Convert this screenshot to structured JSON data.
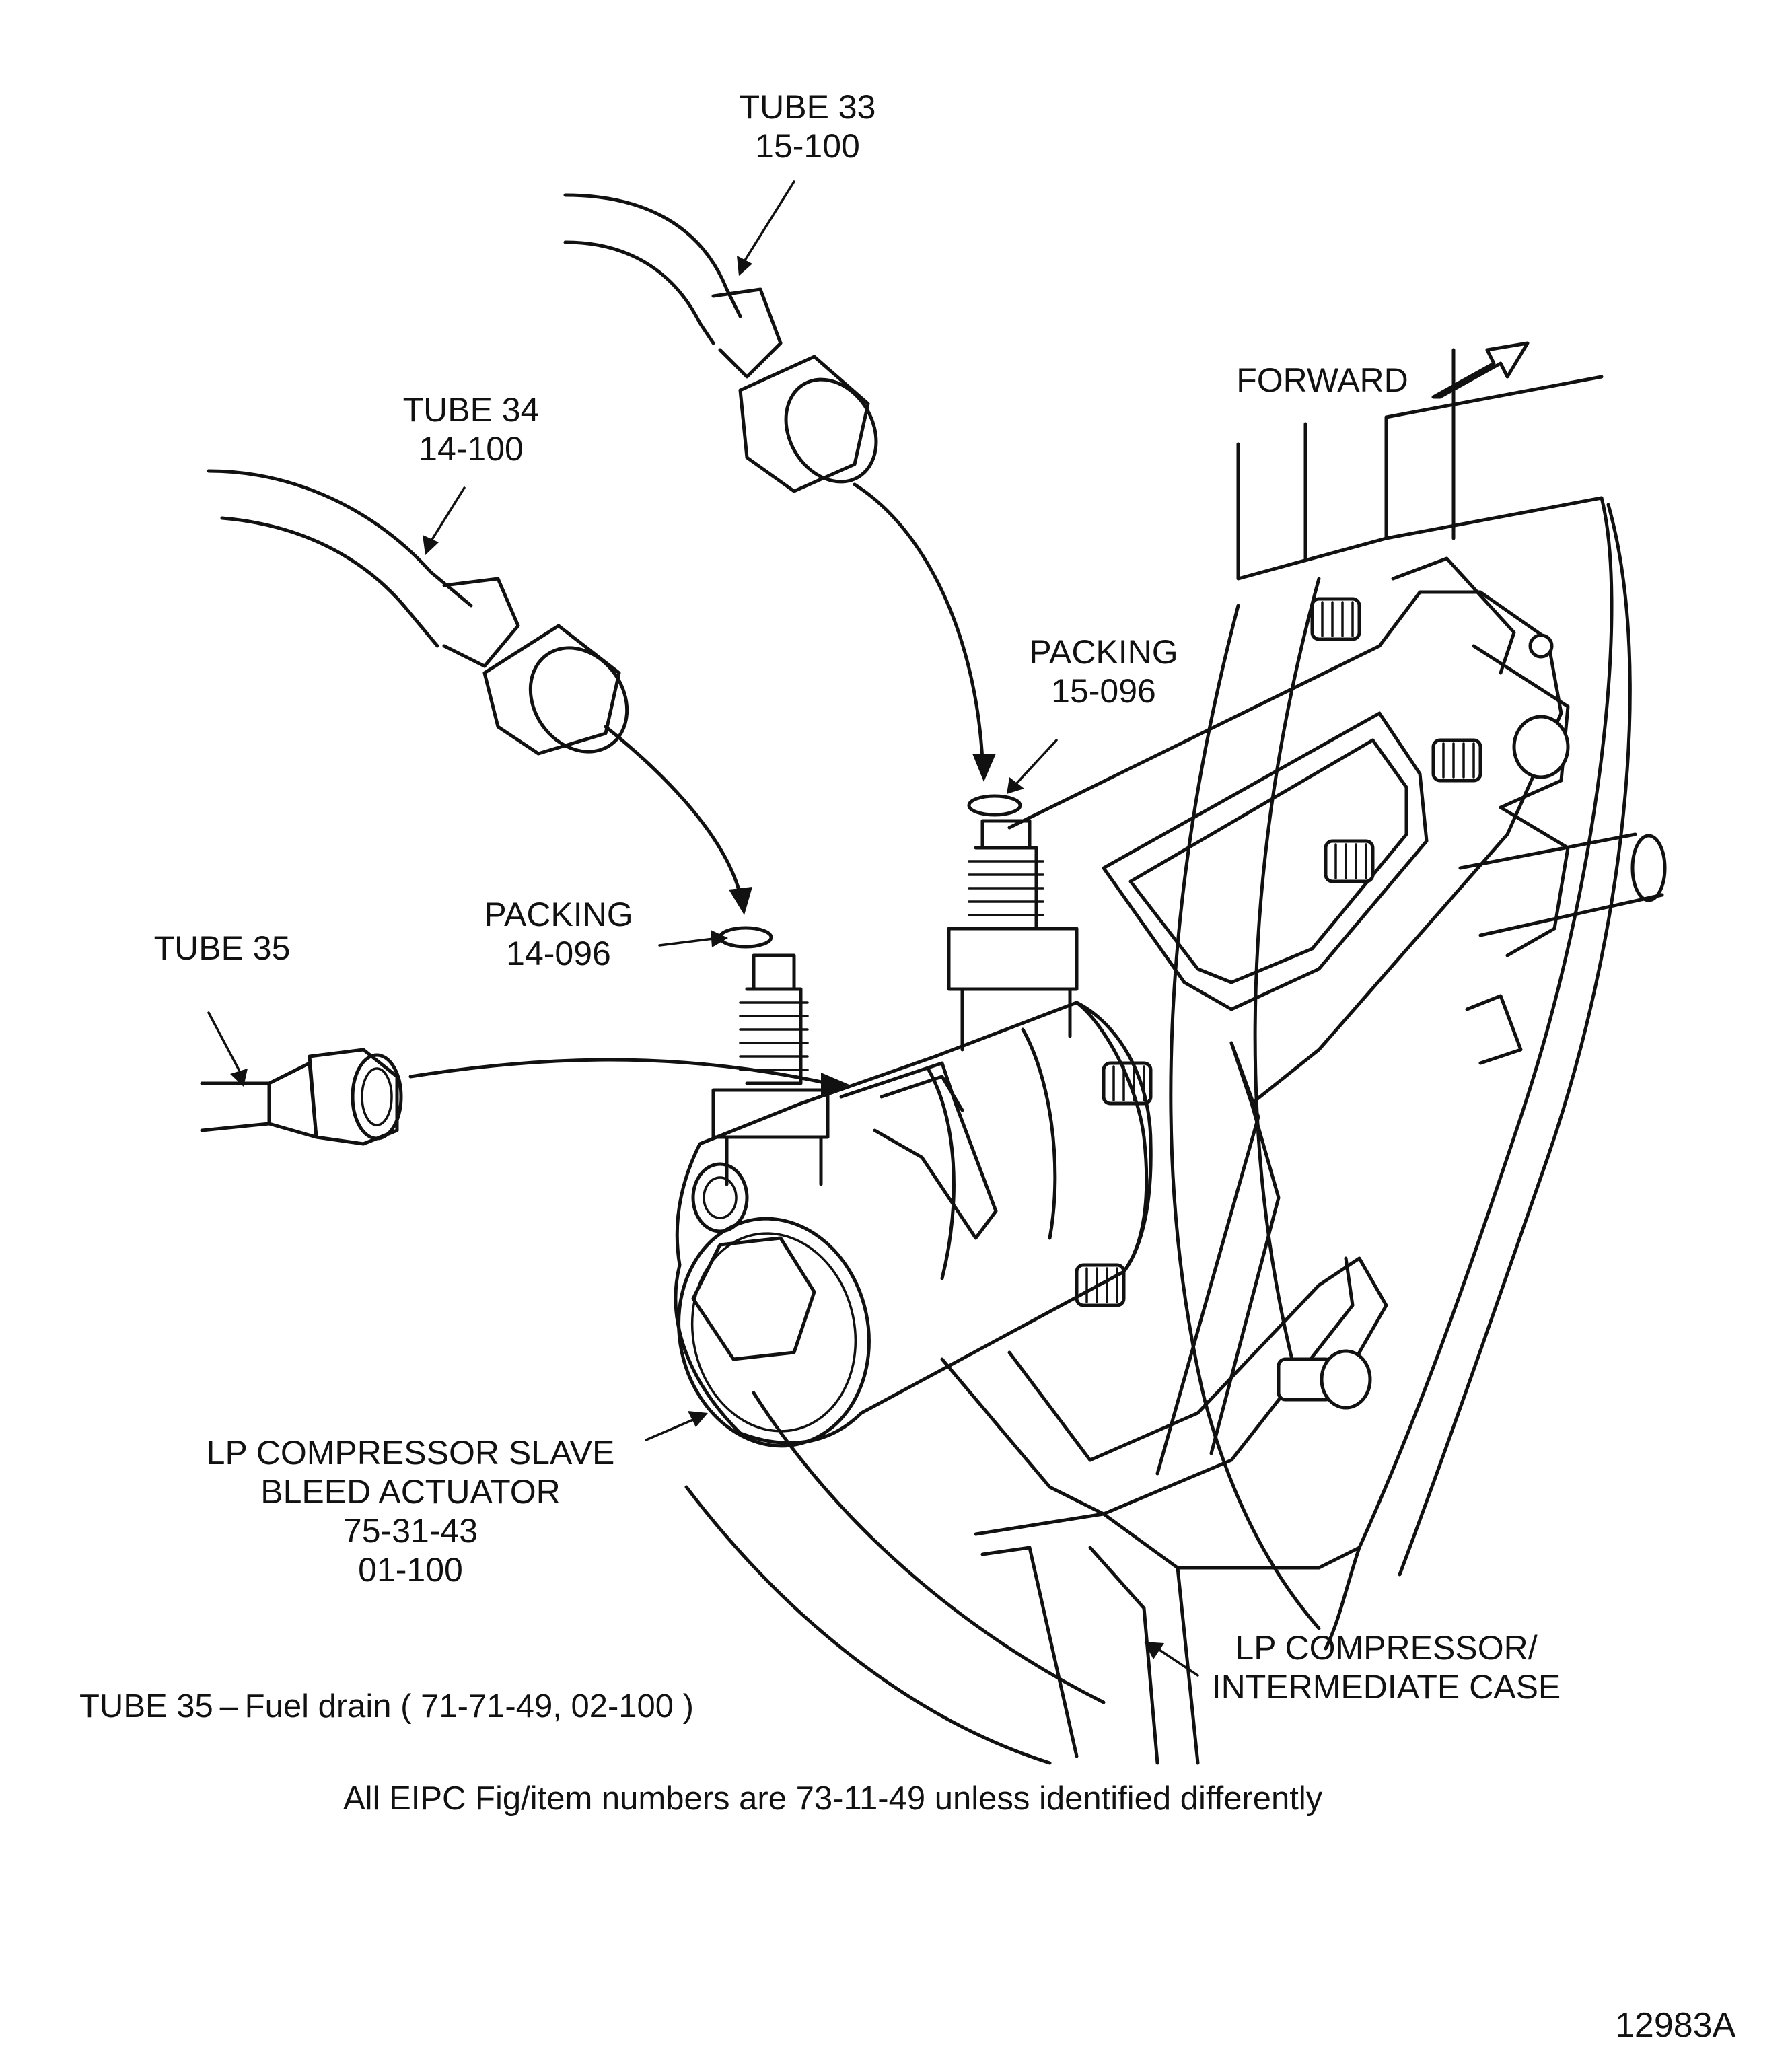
{
  "labels": {
    "tube33": {
      "name": "TUBE 33",
      "ref": "15-100"
    },
    "tube34": {
      "name": "TUBE 34",
      "ref": "14-100"
    },
    "tube35": {
      "name": "TUBE 35"
    },
    "forward": "FORWARD",
    "packing15": {
      "name": "PACKING",
      "ref": "15-096"
    },
    "packing14": {
      "name": "PACKING",
      "ref": "14-096"
    },
    "actuator": {
      "line1": "LP COMPRESSOR SLAVE",
      "line2": "BLEED ACTUATOR",
      "line3": "75-31-43",
      "line4": "01-100"
    },
    "case": {
      "line1": "LP COMPRESSOR/",
      "line2": "INTERMEDIATE CASE"
    }
  },
  "notes": {
    "tube35_note": "TUBE 35 – Fuel drain  ( 71-71-49, 02-100 )",
    "eipc_note": "All EIPC Fig/item numbers are  73-11-49  unless identified differently",
    "figure_number": "12983A"
  },
  "colors": {
    "ink": "#111111",
    "paper": "#ffffff"
  }
}
